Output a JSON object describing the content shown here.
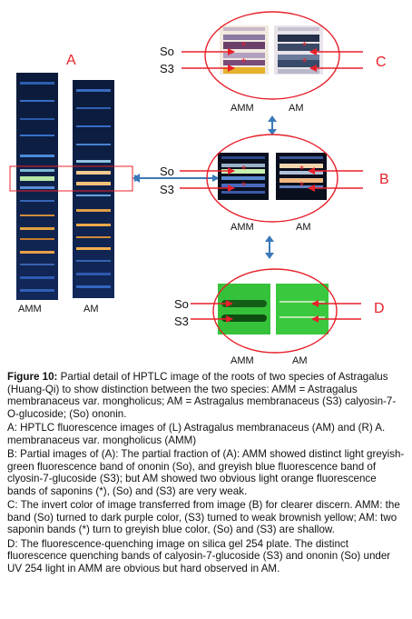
{
  "figure": {
    "panel_labels": {
      "A": "A",
      "B": "B",
      "C": "C",
      "D": "D"
    },
    "lane_labels_A": {
      "left": "AMM",
      "right": "AM"
    },
    "lane_labels_B": {
      "left": "AMM",
      "right": "AM"
    },
    "lane_labels_C": {
      "left": "AMM",
      "right": "AM"
    },
    "lane_labels_D": {
      "left": "AMM",
      "right": "AM"
    },
    "band_labels": {
      "so": "So",
      "s3": "S3"
    },
    "saponin_marker": "*",
    "colors": {
      "annotation_red": "#e8202a",
      "arrow_blue": "#3b78b8",
      "plate_dark": "#0a0f1e",
      "plate_green": "#35c23a"
    }
  },
  "caption": {
    "title": "Figure 10:",
    "intro": "Partial detail of HPTLC image of the roots of two species of Astragalus (Huang-Qi) to show distinction between the two species: AMM = Astragalus membranaceus var. mongholicus; AM = Astragalus membranaceus (S3) calyosin-7-O-glucoside; (So) ononin.",
    "para_a": "A: HPTLC fluorescence images of (L) Astragalus membranaceus (AM) and (R) A. membranaceus var. mongholicus (AMM)",
    "para_b": "B: Partial images of (A): The partial fraction of (A): AMM showed distinct light greyish-green fluorescence band of ononin (So), and greyish blue fluorescence band of clyosin-7-glucoside (S3); but AM showed two obvious light orange fluorescence bands of saponins (*), (So) and (S3) are very weak.",
    "para_c": "C: The invert color of image transferred from image (B) for clearer discern. AMM: the band (So) turned to dark purple color, (S3) turned to weak brownish yellow; AM: two saponin bands (*) turn to greyish blue color, (So) and (S3) are shallow.",
    "para_d": "D: The fluorescence-quenching image on silica gel 254 plate. The distinct fluorescence quenching bands of calyosin-7-glucoside (S3) and ononin (So) under UV 254 light in AMM are obvious but hard observed in AM."
  }
}
